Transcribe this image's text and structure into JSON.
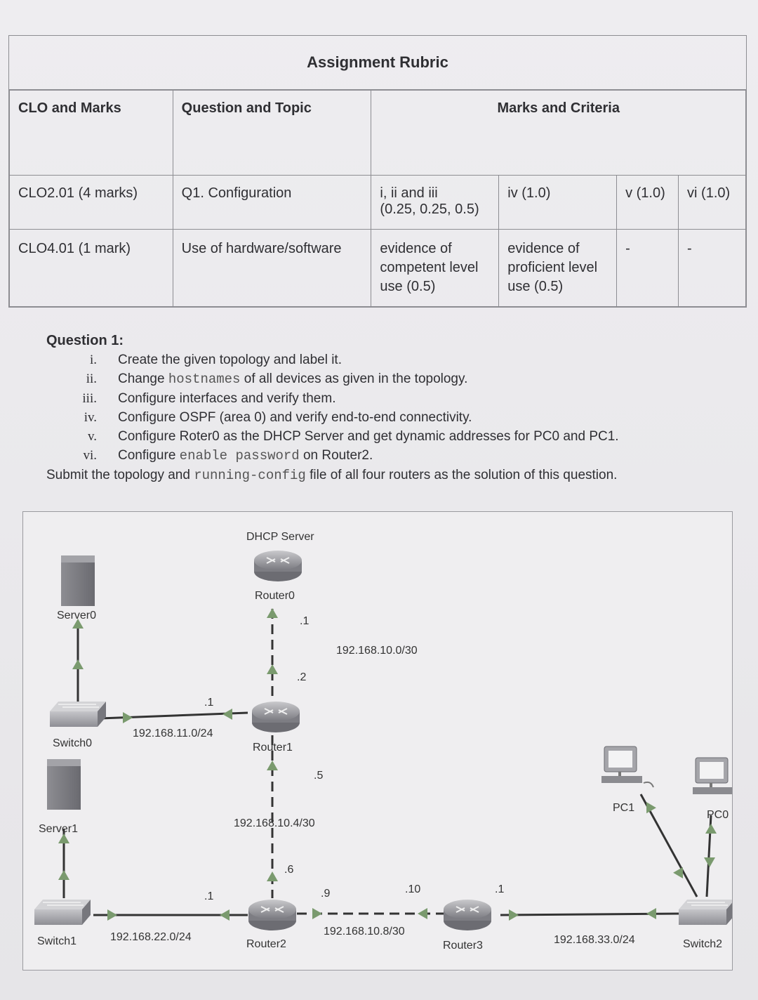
{
  "rubric": {
    "title": "Assignment Rubric",
    "headers": {
      "clo": "CLO and Marks",
      "question": "Question and Topic",
      "marks": "Marks and Criteria"
    },
    "row1": {
      "clo": "CLO2.01 (4 marks)",
      "topic": "Q1. Configuration",
      "c1": "i, ii and iii",
      "c1b": "(0.25, 0.25, 0.5)",
      "c2": "iv (1.0)",
      "c3": "v (1.0)",
      "c4": "vi (1.0)"
    },
    "row2": {
      "clo": "CLO4.01 (1 mark)",
      "topic": "Use of hardware/software",
      "c1a": "evidence of",
      "c1b": "competent level",
      "c1c": "use (0.5)",
      "c2a": "evidence of",
      "c2b": "proficient level",
      "c2c": "use (0.5)",
      "c3": "-",
      "c4": "-"
    }
  },
  "question": {
    "title": "Question 1:",
    "items": [
      {
        "num": "i.",
        "text": "Create the given topology and label it."
      },
      {
        "num": "ii.",
        "pre": "Change ",
        "code": "hostnames",
        "post": " of all devices as given in the topology."
      },
      {
        "num": "iii.",
        "text": "Configure interfaces and verify them."
      },
      {
        "num": "iv.",
        "text": "Configure OSPF (area 0) and verify end-to-end connectivity."
      },
      {
        "num": "v.",
        "text": "Configure Roter0 as the DHCP Server and get dynamic addresses for PC0 and PC1."
      },
      {
        "num": "vi.",
        "pre": "Configure ",
        "code": "enable password",
        "post": " on Router2."
      }
    ],
    "submit_pre": "Submit the topology and ",
    "submit_code": "running-config",
    "submit_post": " file of all four routers as the solution of this question."
  },
  "topology": {
    "dhcp_label": "DHCP Server",
    "router0": "Router0",
    "router1": "Router1",
    "router2": "Router2",
    "router3": "Router3",
    "server0": "Server0",
    "server1": "Server1",
    "switch0": "Switch0",
    "switch1": "Switch1",
    "switch2": "Switch2",
    "pc0": "PC0",
    "pc1": "PC1",
    "net_r0_r1": "192.168.10.0/30",
    "net_r1_r2": "192.168.10.4/30",
    "net_r2_r3": "192.168.10.8/30",
    "net_sw0": "192.168.11.0/24",
    "net_sw1": "192.168.22.0/24",
    "net_sw2": "192.168.33.0/24",
    "ip_r0": ".1",
    "ip_r1_up": ".2",
    "ip_r1_sw0": ".1",
    "ip_r1_down": ".5",
    "ip_r2_up": ".6",
    "ip_r2_sw1": ".1",
    "ip_r2_r3": ".9",
    "ip_r3_r2": ".10",
    "ip_r3_sw2": ".1"
  }
}
